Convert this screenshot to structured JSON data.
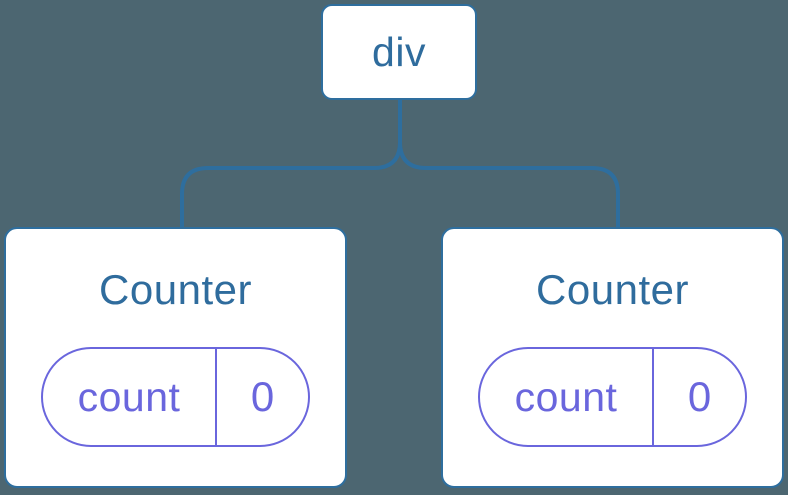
{
  "diagram": {
    "title": "component-tree",
    "root": {
      "label": "div"
    },
    "children": [
      {
        "label": "Counter",
        "state": {
          "key": "count",
          "value": "0"
        }
      },
      {
        "label": "Counter",
        "state": {
          "key": "count",
          "value": "0"
        }
      }
    ]
  },
  "colors": {
    "canvas_background": "#4C6671",
    "node_border": "#2E6E9E",
    "node_fill": "#FFFFFF",
    "node_text": "#2F6C9D",
    "connector_line": "#2E6E9E",
    "state_accent": "#6A66DD"
  }
}
